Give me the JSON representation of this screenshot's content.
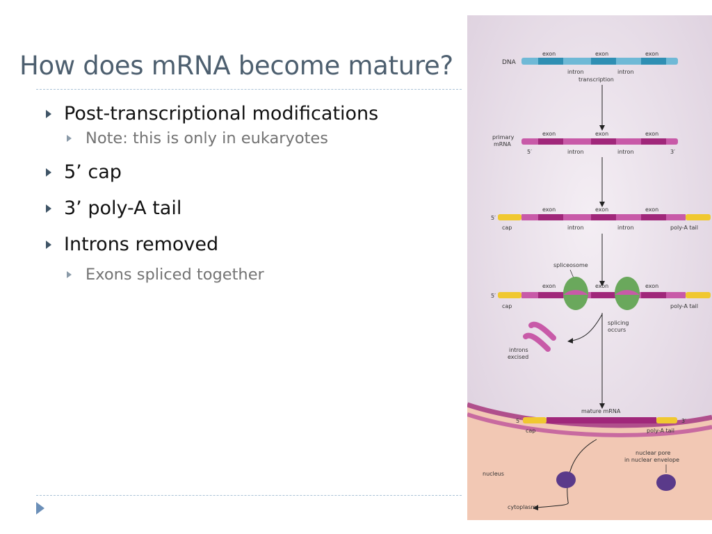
{
  "slide": {
    "title": "How does mRNA become mature?",
    "bullets": [
      {
        "text": "Post-transcriptional modifications",
        "sub": [
          "Note: this is only in eukaryotes"
        ]
      },
      {
        "text": "5’ cap",
        "sub": []
      },
      {
        "text": "3’ poly-A tail",
        "sub": []
      },
      {
        "text": "Introns removed",
        "sub": [
          "Exons spliced together"
        ]
      }
    ]
  },
  "figure": {
    "labels": {
      "dna": "DNA",
      "exon": "exon",
      "intron": "intron",
      "transcription": "transcription",
      "primary_line1": "primary",
      "primary_line2": "mRNA",
      "five_prime": "5′",
      "three_prime": "3′",
      "cap": "cap",
      "poly_a_tail": "poly-A tail",
      "spliceosome": "spliceosome",
      "splicing_line1": "splicing",
      "splicing_line2": "occurs",
      "introns_line1": "introns",
      "introns_line2": "excised",
      "mature_mrna": "mature mRNA",
      "nuclear_pore_line1": "nuclear pore",
      "nuclear_pore_line2": "in nuclear envelope",
      "nucleus": "nucleus",
      "cytoplasm": "cytoplasm"
    },
    "colors": {
      "dna": "#6fb9d6",
      "exon_dna": "#2f8fb3",
      "rna": "#c85aa8",
      "exon_rna": "#a0277a",
      "cap": "#f0c830",
      "spliceosome": "#6aa85c",
      "background": "#ece3ee",
      "cytoplasm": "#f2c8b4"
    }
  }
}
